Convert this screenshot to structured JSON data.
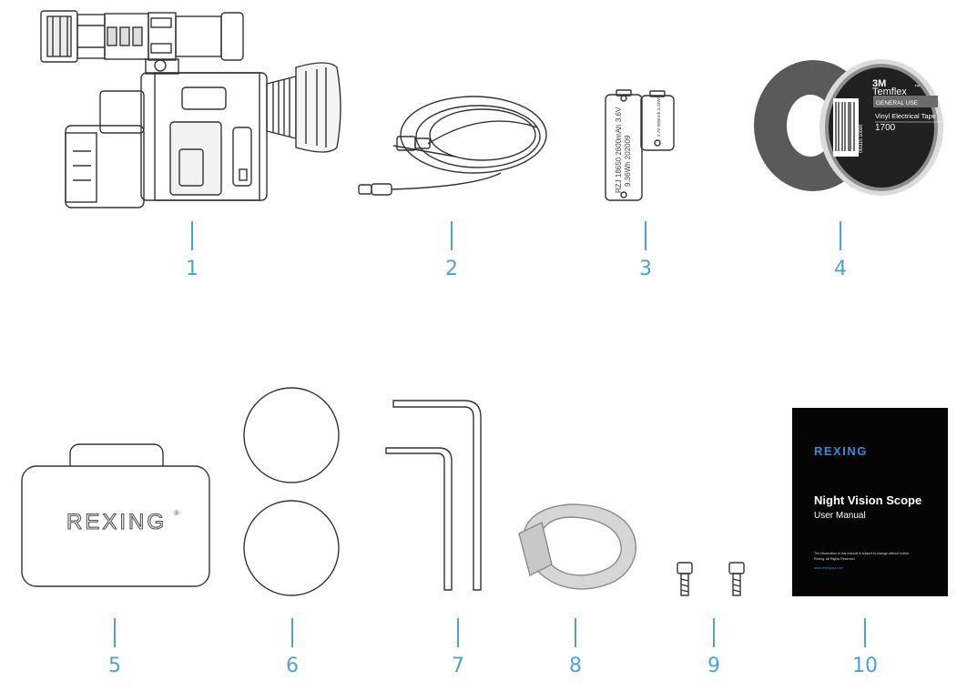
{
  "callouts": [
    "1",
    "2",
    "3",
    "4",
    "5",
    "6",
    "7",
    "8",
    "9",
    "10"
  ],
  "colors": {
    "callout": "#4aa3d4",
    "manual_bg": "#050505",
    "brand_blue": "#2f8fd6",
    "line": "#333333"
  },
  "battery": {
    "large_text_1": "RZJ 18650 2600mAh 3.6V",
    "large_text_2": "9.36Wh 202009",
    "small_text": "3.7V 900mAh 3.33Wh"
  },
  "tape": {
    "brand": "3M",
    "name": "Temflex",
    "tm": "™",
    "band": "GENERAL USE",
    "product": "Vinyl Electrical Tape",
    "number": "1700",
    "barcode_num": "051115 10000"
  },
  "case": {
    "brand": "REXING",
    "reg": "®"
  },
  "manual": {
    "brand": "REXING",
    "title": "Night Vision Scope",
    "subtitle": "User Manual",
    "fine_1": "The information in this manual is subject to change without notice.",
    "fine_2": "Rexing. All Rights Reserved.",
    "url": "www.rexingusa.com"
  }
}
